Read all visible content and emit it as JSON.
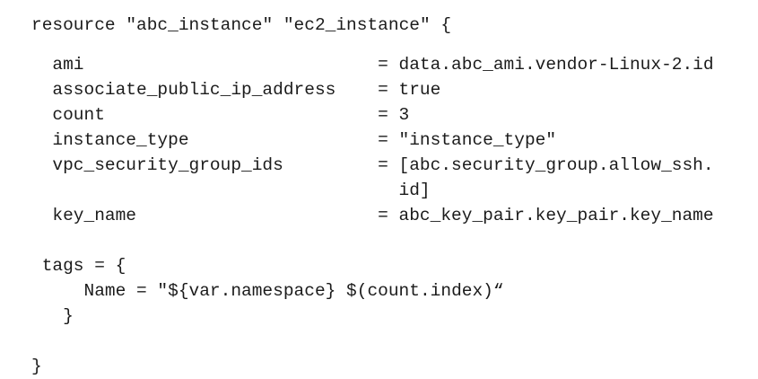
{
  "code": {
    "header": "resource \"abc_instance\" \"ec2_instance\" {",
    "equals_sign": "=",
    "attributes": [
      {
        "key": "ami",
        "value": "data.abc_ami.vendor-Linux-2.id"
      },
      {
        "key": "associate_public_ip_address",
        "value": "true"
      },
      {
        "key": "count",
        "value": "3"
      },
      {
        "key": "instance_type",
        "value": "\"instance_type\""
      },
      {
        "key": "vpc_security_group_ids",
        "value": "[abc.security_group.allow_ssh.id]"
      },
      {
        "key": "key_name",
        "value": "abc_key_pair.key_pair.key_name"
      }
    ],
    "tags": {
      "open": "tags = {",
      "name_line": "Name = \"${var.namespace} $(count.index)“",
      "close": "}"
    },
    "footer": "}"
  }
}
